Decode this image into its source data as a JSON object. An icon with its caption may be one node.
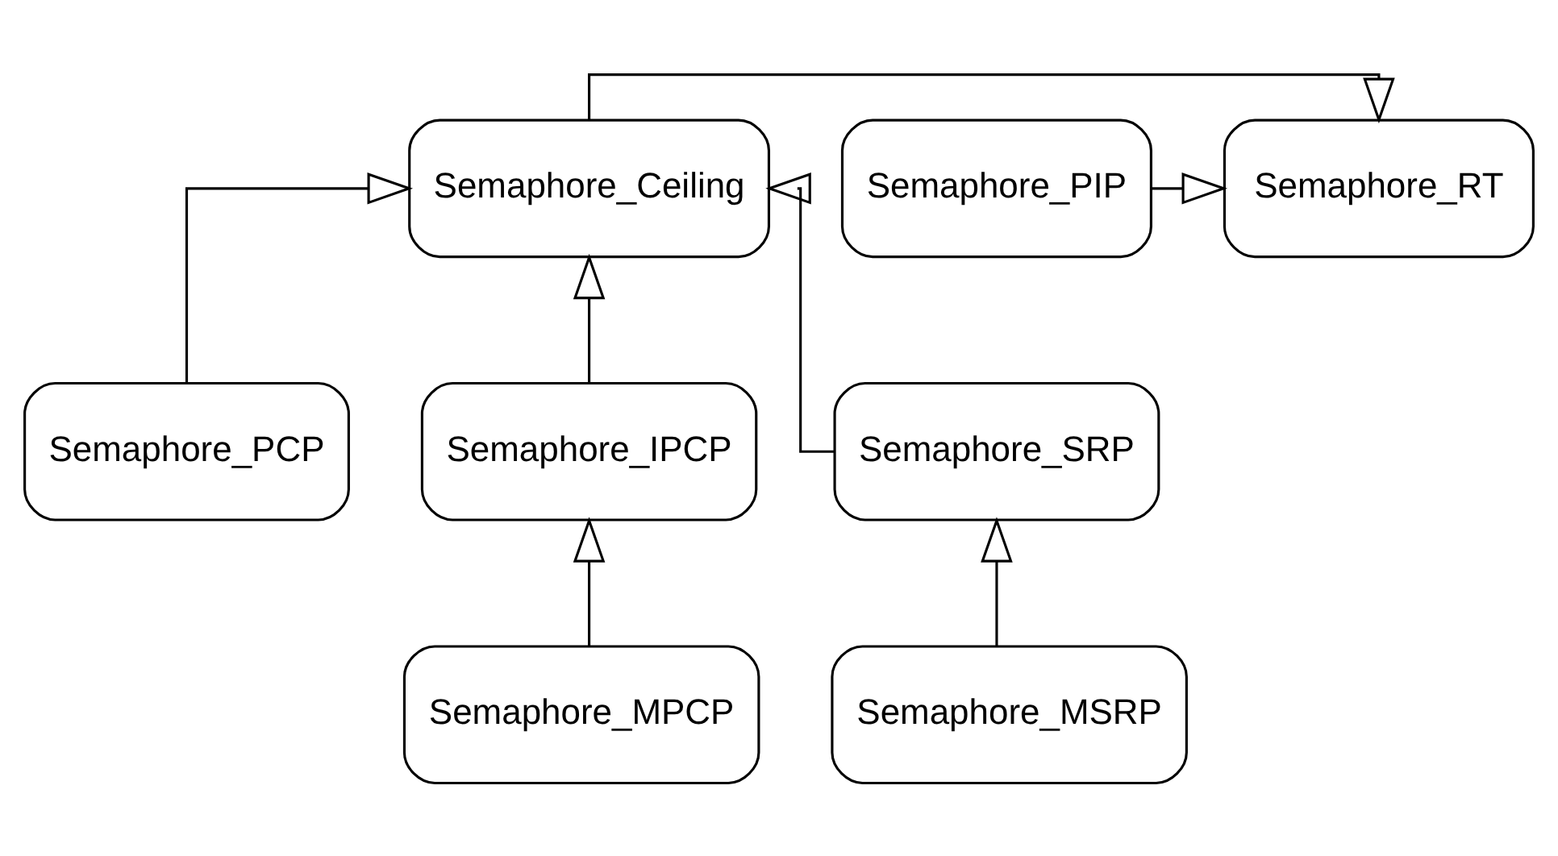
{
  "diagram": {
    "nodes": [
      {
        "text": [
          "Semaphore_RT"
        ]
      },
      {
        "text": [
          "Semaphore_Ceiling"
        ]
      },
      {
        "text": [
          "Semaphore_PIP"
        ]
      },
      {
        "text": [
          "Semaphore_PCP"
        ]
      },
      {
        "text": [
          "Semaphore_IPCP"
        ]
      },
      {
        "text": [
          "Semaphore_SRP"
        ]
      },
      {
        "text": [
          "Semaphore_MPCP"
        ]
      },
      {
        "text": [
          "Semaphore_MSRP"
        ]
      }
    ],
    "edges": [
      {
        "from": 1,
        "to": 0,
        "arrow": "to"
      },
      {
        "from": 2,
        "to": 0,
        "arrow": "to"
      },
      {
        "from": 3,
        "to": 1,
        "arrow": "to"
      },
      {
        "from": 4,
        "to": 1,
        "arrow": "to"
      },
      {
        "from": 5,
        "to": 1,
        "arrow": "to"
      },
      {
        "from": 6,
        "to": 4,
        "arrow": "to"
      },
      {
        "from": 7,
        "to": 5,
        "arrow": "to"
      }
    ]
  }
}
